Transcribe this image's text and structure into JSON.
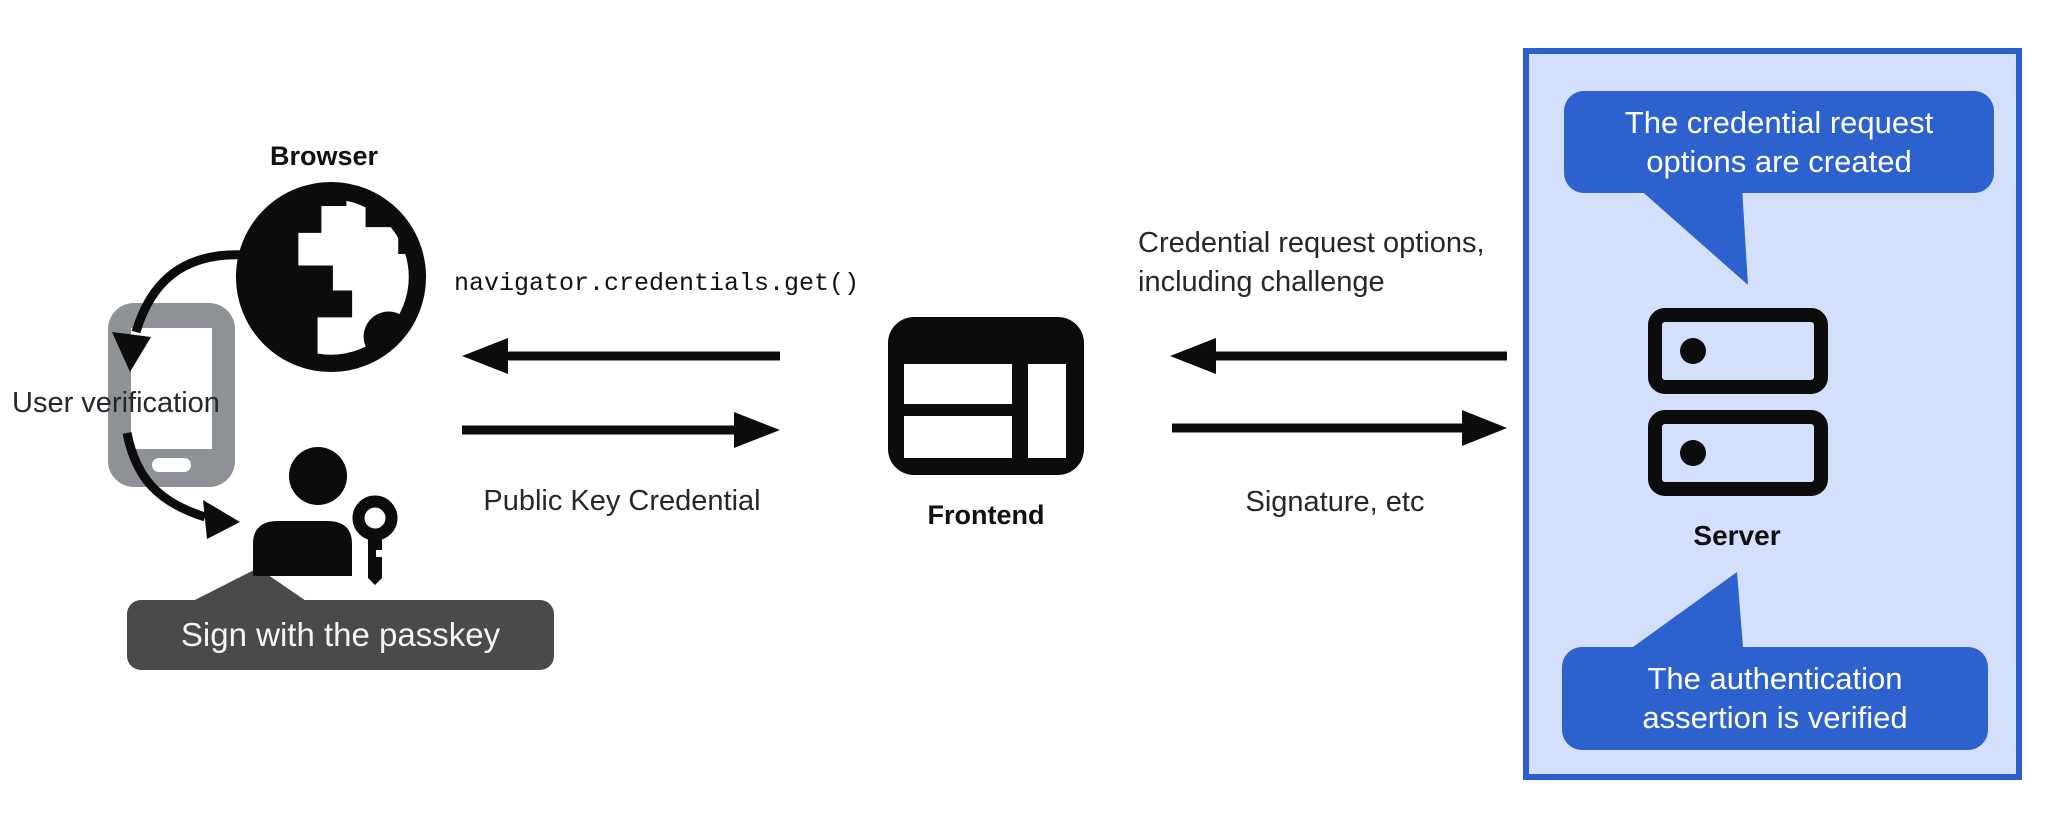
{
  "colors": {
    "accent_blue": "#2d61cd",
    "panel_background": "#d4e0fb",
    "panel_border_blue": "#2d5ecd",
    "badge_gray": "#4a4a4a",
    "phone_gray": "#8e9297",
    "ink_black": "#0c0c0c"
  },
  "left_cluster": {
    "browser_label": "Browser",
    "user_verification_label": "User verification",
    "passkey_badge_label": "Sign with the passkey"
  },
  "flows_left": {
    "get_call_label": "navigator.credentials.get()",
    "public_key_label": "Public Key Credential"
  },
  "frontend": {
    "label": "Frontend"
  },
  "flows_right": {
    "credential_request_line1": "Credential request options,",
    "credential_request_line2": "including challenge",
    "signature_label": "Signature, etc"
  },
  "server_panel": {
    "top_bubble": {
      "line1": "The credential request",
      "line2": "options are created"
    },
    "server_label": "Server",
    "bottom_bubble": {
      "line1": "The authentication",
      "line2": "assertion is verified"
    }
  },
  "icons": {
    "globe": "globe-icon",
    "phone": "phone-icon",
    "user": "user-icon",
    "key": "key-icon",
    "frontend_window": "browser-window-icon",
    "server": "server-rack-icon"
  }
}
